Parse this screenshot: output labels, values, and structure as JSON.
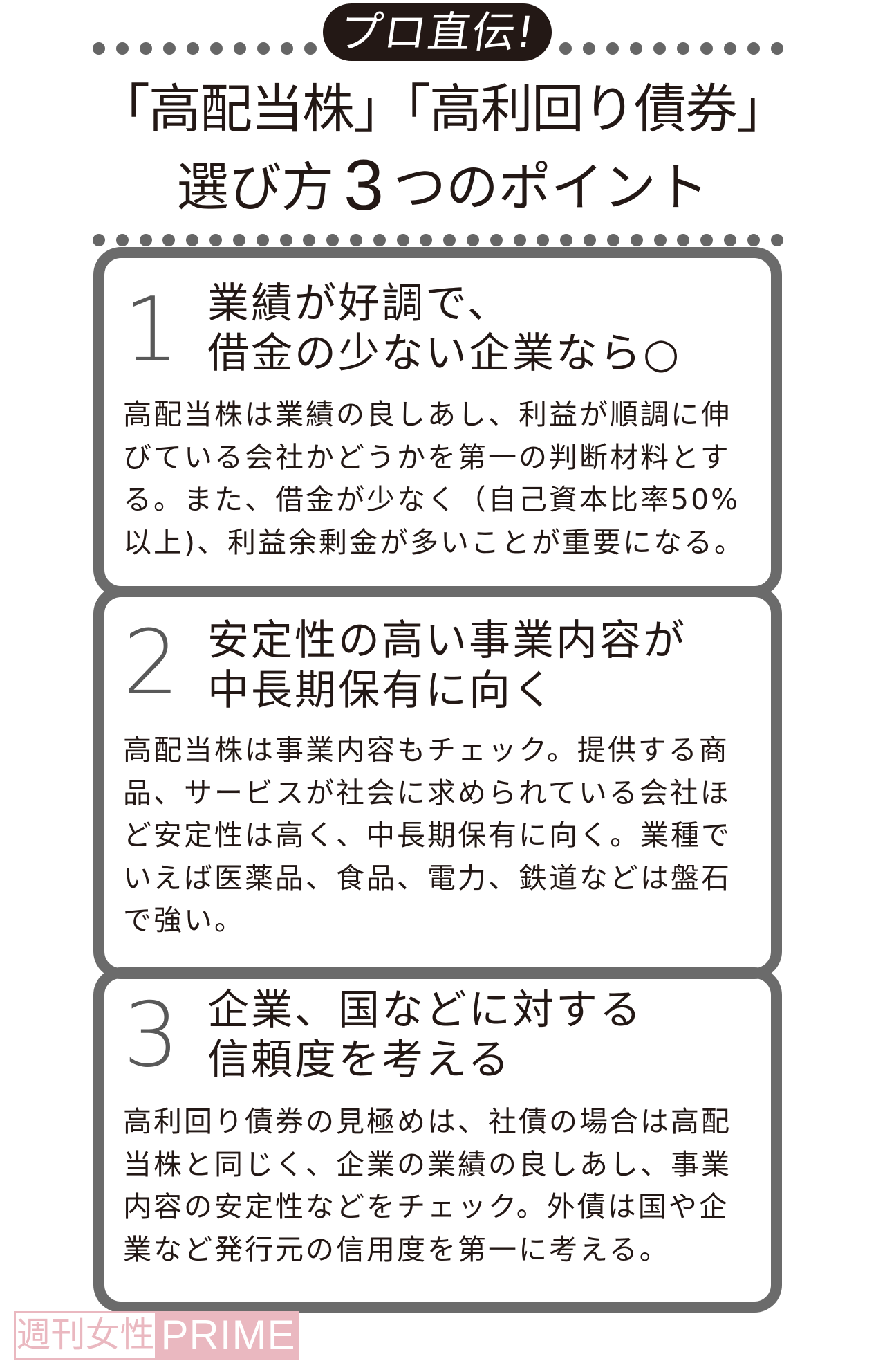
{
  "header": {
    "badge": "プロ直伝!",
    "title_line1": "「高配当株」「高利回り債券」",
    "title_line2_prefix": "選び方",
    "title_line2_number": "3",
    "title_line2_suffix": "つのポイント"
  },
  "points": [
    {
      "number": "1",
      "heading": [
        "業績が好調で、",
        "借金の少ない企業なら○"
      ],
      "body": [
        "高配当株は業績の良しあし、利益が順調に伸",
        "びている会社かどうかを第一の判断材料とす",
        "る。また、借金が少なく（自己資本比率50%",
        "以上)、利益余剰金が多いことが重要になる。"
      ]
    },
    {
      "number": "2",
      "heading": [
        "安定性の高い事業内容が",
        "中長期保有に向く"
      ],
      "body": [
        "高配当株は事業内容もチェック。提供する商",
        "品、サービスが社会に求められている会社ほ",
        "ど安定性は高く、中長期保有に向く。業種で",
        "いえば医薬品、食品、電力、鉄道などは盤石",
        "で強い。"
      ]
    },
    {
      "number": "3",
      "heading": [
        "企業、国などに対する",
        "信頼度を考える"
      ],
      "body": [
        "高利回り債券の見極めは、社債の場合は高配",
        "当株と同じく、企業の業績の良しあし、事業",
        "内容の安定性などをチェック。外債は国や企",
        "業など発行元の信用度を第一に考える。"
      ]
    }
  ],
  "watermark": {
    "left": "週刊女性",
    "right": "PRIME"
  },
  "colors": {
    "text": "#231815",
    "badge_bg": "#231815",
    "border": "#6b6b6b",
    "dots": "#666666",
    "number": "#595959",
    "watermark_pink": "#eab8c0"
  }
}
